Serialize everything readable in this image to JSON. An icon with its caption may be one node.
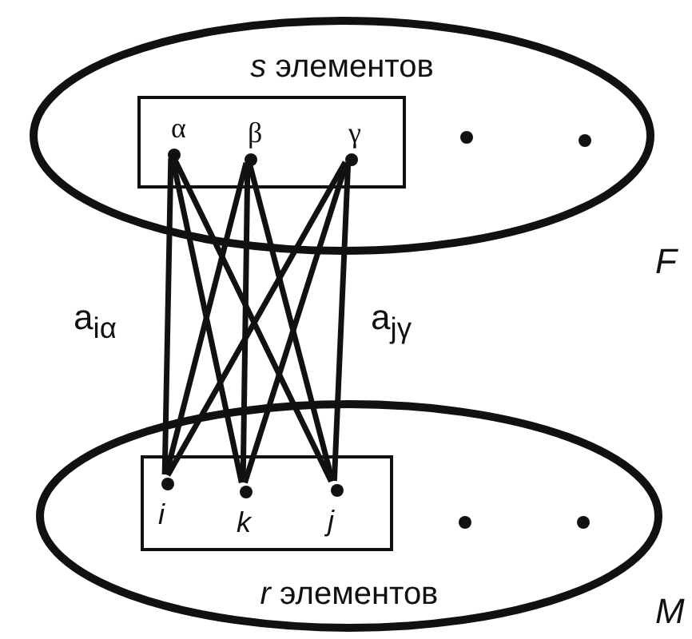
{
  "diagram": {
    "nodes": [
      {
        "text": [
          "*s* элементов"
        ],
        "beside": [
          "F"
        ]
      },
      {
        "text": [],
        "shape": "box",
        "in": 0
      },
      {
        "text": [
          "α"
        ],
        "in": 1
      },
      {
        "text": [
          "β"
        ],
        "in": 1
      },
      {
        "text": [
          "γ"
        ],
        "in": 1
      },
      {
        "text": [],
        "shape": "circle",
        "in": 0
      },
      {
        "text": [],
        "shape": "circle",
        "in": 0
      },
      {
        "text": [
          "*r* элементов"
        ],
        "beside": [
          "M"
        ]
      },
      {
        "text": [],
        "shape": "box",
        "in": 7
      },
      {
        "text": [
          "i"
        ],
        "in": 8
      },
      {
        "text": [
          "k"
        ],
        "in": 8
      },
      {
        "text": [
          "j"
        ],
        "in": 8
      },
      {
        "text": [],
        "shape": "circle",
        "in": 7
      },
      {
        "text": [],
        "shape": "circle",
        "in": 7
      }
    ],
    "edges": [
      {
        "from": 2,
        "to": 9,
        "arrow": "none",
        "label": "a$_{iα}$"
      },
      {
        "from": 2,
        "to": 10,
        "arrow": "none"
      },
      {
        "from": 2,
        "to": 11,
        "arrow": "none"
      },
      {
        "from": 3,
        "to": 9,
        "arrow": "none"
      },
      {
        "from": 3,
        "to": 10,
        "arrow": "none"
      },
      {
        "from": 3,
        "to": 11,
        "arrow": "none"
      },
      {
        "from": 4,
        "to": 9,
        "arrow": "none"
      },
      {
        "from": 4,
        "to": 10,
        "arrow": "none"
      },
      {
        "from": 4,
        "to": 11,
        "arrow": "none",
        "label": "a$_{jγ}$"
      }
    ]
  }
}
